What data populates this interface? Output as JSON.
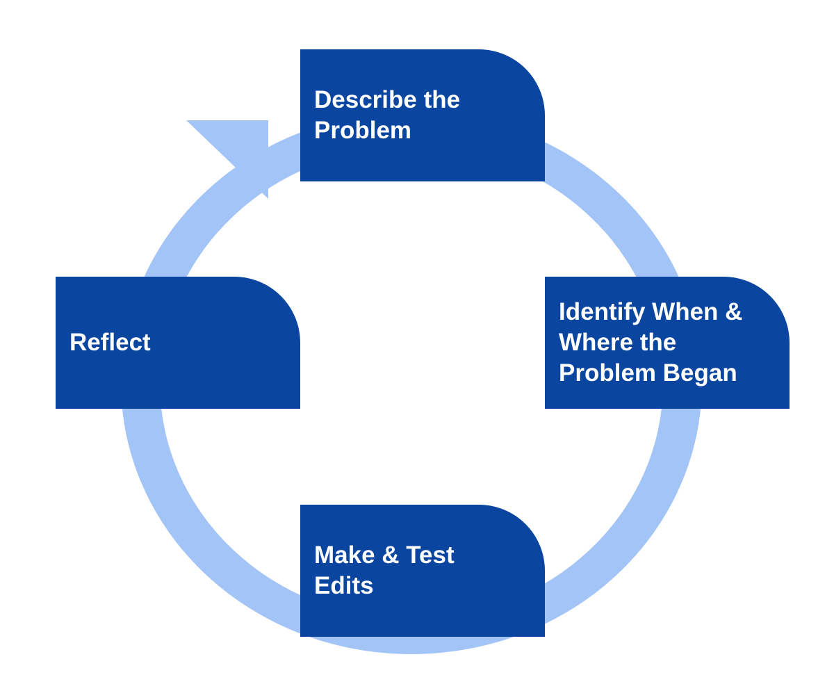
{
  "colors": {
    "box_fill": "#0a45a0",
    "ring_fill": "#a3c4f7",
    "label_text": "#ffffff",
    "background": "#ffffff"
  },
  "cycle": {
    "direction": "clockwise",
    "arrowhead_before": "describe",
    "steps": [
      {
        "id": "describe",
        "label": "Describe the\nProblem"
      },
      {
        "id": "identify",
        "label": "Identify When &\nWhere the\nProblem Began"
      },
      {
        "id": "edits",
        "label": "Make & Test\nEdits"
      },
      {
        "id": "reflect",
        "label": "Reflect"
      }
    ]
  }
}
